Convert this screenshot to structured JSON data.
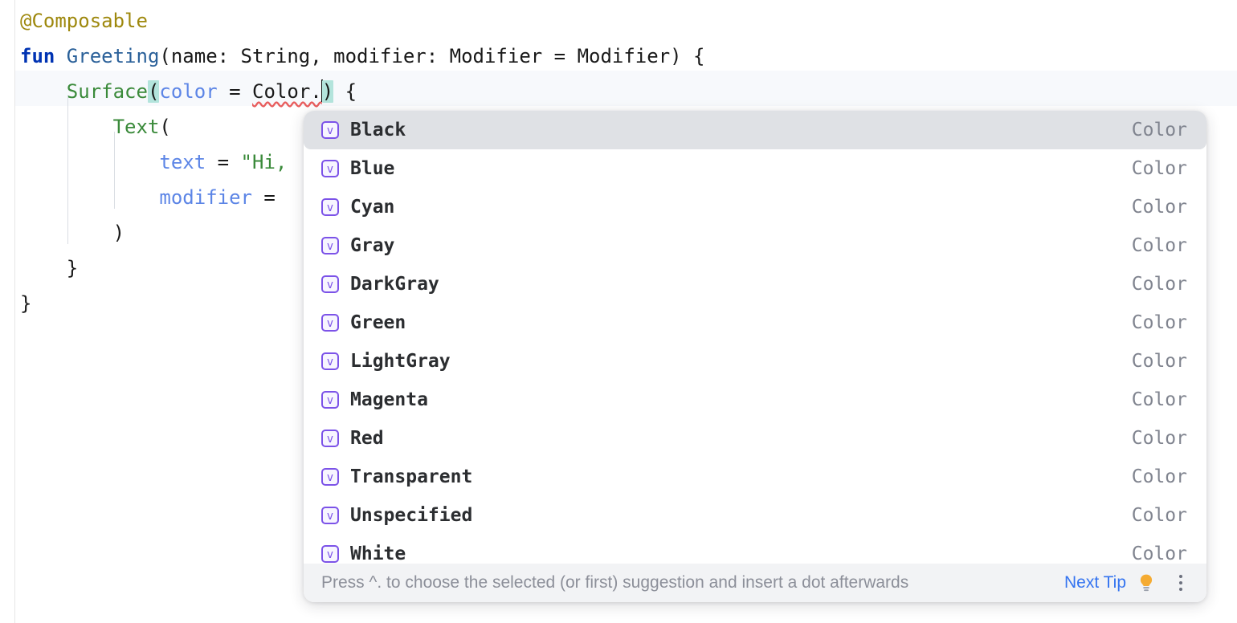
{
  "editor": {
    "lines": [
      {
        "indent": 0,
        "segments": [
          {
            "text": "@Composable",
            "style": "annot"
          }
        ]
      },
      {
        "indent": 0,
        "segments": [
          {
            "text": "fun ",
            "style": "kw"
          },
          {
            "text": "Greeting",
            "style": "fn"
          },
          {
            "text": "(name: String, modifier: Modifier = Modifier) {",
            "style": "plain"
          }
        ]
      },
      {
        "indent": 1,
        "segments": [
          {
            "text": "Surface",
            "style": "call"
          },
          {
            "text": "(",
            "style": "paren-match"
          },
          {
            "text": "color",
            "style": "param"
          },
          {
            "text": " = ",
            "style": "plain"
          },
          {
            "text": "Color.",
            "style": "squiggle"
          },
          {
            "text": "|",
            "style": "caret"
          },
          {
            "text": ")",
            "style": "paren-match"
          },
          {
            "text": " {",
            "style": "plain"
          }
        ]
      },
      {
        "indent": 2,
        "segments": [
          {
            "text": "Text",
            "style": "call"
          },
          {
            "text": "(",
            "style": "plain"
          }
        ]
      },
      {
        "indent": 3,
        "segments": [
          {
            "text": "text",
            "style": "param"
          },
          {
            "text": " = ",
            "style": "plain"
          },
          {
            "text": "\"Hi,",
            "style": "string"
          }
        ]
      },
      {
        "indent": 3,
        "segments": [
          {
            "text": "modifier",
            "style": "param"
          },
          {
            "text": " = ",
            "style": "plain"
          }
        ]
      },
      {
        "indent": 2,
        "segments": [
          {
            "text": ")",
            "style": "plain"
          }
        ]
      },
      {
        "indent": 1,
        "segments": [
          {
            "text": "}",
            "style": "plain"
          }
        ]
      },
      {
        "indent": 0,
        "segments": [
          {
            "text": "}",
            "style": "plain"
          }
        ]
      }
    ],
    "caret_line_index": 2,
    "colors": {
      "annotation": "#9e880d",
      "keyword": "#0033b3",
      "function_declaration": "#2a6099",
      "function_call": "#3a8a3a",
      "named_argument": "#5c85e6",
      "string": "#3a8a3a",
      "plain": "#191919",
      "paren_match_highlight": "#b3e4dc",
      "error_squiggle": "#e85d5d",
      "caret_line_background": "#f7f9fc"
    }
  },
  "completion_popup": {
    "icon_name": "property-value-icon",
    "icon_glyph": "v",
    "selected_index": 0,
    "items": [
      {
        "label": "Black",
        "type": "Color"
      },
      {
        "label": "Blue",
        "type": "Color"
      },
      {
        "label": "Cyan",
        "type": "Color"
      },
      {
        "label": "Gray",
        "type": "Color"
      },
      {
        "label": "DarkGray",
        "type": "Color"
      },
      {
        "label": "Green",
        "type": "Color"
      },
      {
        "label": "LightGray",
        "type": "Color"
      },
      {
        "label": "Magenta",
        "type": "Color"
      },
      {
        "label": "Red",
        "type": "Color"
      },
      {
        "label": "Transparent",
        "type": "Color"
      },
      {
        "label": "Unspecified",
        "type": "Color"
      },
      {
        "label": "White",
        "type": "Color"
      }
    ],
    "colors": {
      "selected_row_background": "#dfe1e5",
      "popup_background": "#ffffff",
      "icon_accent": "#7c53e8",
      "type_text": "#80848f"
    },
    "hint_bar": {
      "message": "Press ^. to choose the selected (or first) suggestion and insert a dot afterwards",
      "next_tip_label": "Next Tip",
      "bulb_icon_name": "lightbulb-icon",
      "menu_icon_name": "more-options-icon",
      "background": "#f2f3f5",
      "link_color": "#3574f0",
      "bulb_color": "#f5ab32"
    }
  }
}
